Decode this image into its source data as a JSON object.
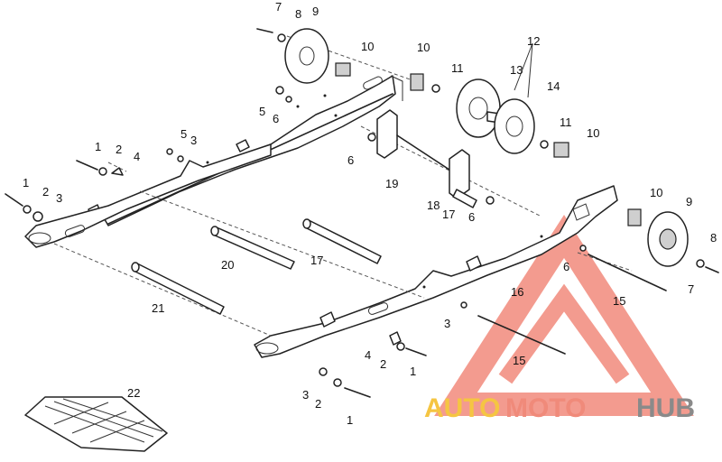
{
  "callouts": {
    "c7a": "7",
    "c8a": "8",
    "c9a": "9",
    "c10a": "10",
    "c10b": "10",
    "c11a": "11",
    "c12": "12",
    "c13": "13",
    "c14": "14",
    "c11b": "11",
    "c10c": "10",
    "c5a": "5",
    "c6a": "6",
    "c1a": "1",
    "c2a": "2",
    "c4a": "4",
    "c5b": "5",
    "c3a": "3",
    "c1b": "1",
    "c2b": "2",
    "c3b": "3",
    "c6b": "6",
    "c19": "19",
    "c18": "18",
    "c17a": "17",
    "c6c": "6",
    "c10d": "10",
    "c9b": "9",
    "c8b": "8",
    "c7b": "7",
    "c6d": "6",
    "c15a": "15",
    "c20": "20",
    "c17b": "17",
    "c16": "16",
    "c21": "21",
    "c3c": "3",
    "c4b": "4",
    "c2c": "2",
    "c1c": "1",
    "c15b": "15",
    "c22": "22",
    "c3d": "3",
    "c2d": "2",
    "c1d": "1"
  },
  "watermark": {
    "part1": "AUTO",
    "part2": "MOTO",
    "part3": "HUB",
    "color_red": "#f08a7a",
    "color_yellow": "#f5c542",
    "color_gray": "#8a8a8a"
  }
}
